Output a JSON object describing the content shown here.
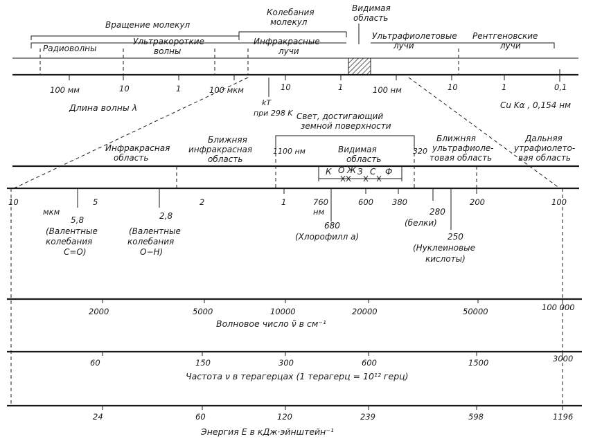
{
  "top": {
    "group_rotation": "Вращение молекул",
    "group_vibration": [
      "Колебания",
      "молекул"
    ],
    "visible_region": [
      "Видимая",
      "область"
    ],
    "radio": "Радиоволны",
    "ultrashort": [
      "Ультракороткие",
      "волны"
    ],
    "infrared": [
      "Инфракрасные",
      "лучи"
    ],
    "ultraviolet": [
      "Ультрафиолетовые",
      "лучи"
    ],
    "xray": [
      "Рентгеновские",
      "лучи"
    ],
    "ticks": [
      "100 мм",
      "10",
      "1",
      "100 мкм",
      "10",
      "1",
      "100 нм",
      "10",
      "1",
      "0,1"
    ],
    "kt": [
      "kT",
      "при 298 K"
    ],
    "wavelength_label": "Длина волны λ",
    "cuka": "Cu Kα , 0,154 нм"
  },
  "middle": {
    "sunlight": [
      "Свет, достигающий",
      "земной поверхности"
    ],
    "ir_region": [
      "Инфракрасная",
      "область"
    ],
    "near_ir": [
      "Ближняя",
      "инфракрасная",
      "область"
    ],
    "visible": [
      "Видимая",
      "область"
    ],
    "near_uv": [
      "Ближняя",
      "ультрафиоле-",
      "товая область"
    ],
    "far_uv": [
      "Дальняя",
      "утрафиолето-",
      "вая область"
    ],
    "b1100": "1100 нм",
    "b320": "320",
    "colors": [
      "К",
      "О",
      "Ж",
      "З",
      "С",
      "Ф"
    ],
    "ticks": [
      "10",
      "5",
      "2",
      "1",
      "760",
      "600",
      "380",
      "200",
      "100"
    ],
    "unit_mkm": "мкм",
    "unit_nm": "нм",
    "ann_58": [
      "5,8",
      "(Валентные",
      "колебания",
      "C=O)"
    ],
    "ann_28": [
      "2,8",
      "(Валентные",
      "колебания",
      "O−H)"
    ],
    "ann_680": [
      "680",
      "(Хлорофилл a)"
    ],
    "ann_280": [
      "280",
      "(белки)"
    ],
    "ann_250": [
      "250",
      "(Нуклеиновые",
      "кислоты)"
    ]
  },
  "wavenumber": {
    "ticks": [
      "2000",
      "5000",
      "10000",
      "20000",
      "50000",
      "100 000"
    ],
    "label": "Волновое число ν̃ в см⁻¹"
  },
  "frequency": {
    "ticks": [
      "60",
      "150",
      "300",
      "600",
      "1500",
      "3000"
    ],
    "label": "Частота ν в терагерцах (1 терагерц = 10¹² герц)"
  },
  "energy": {
    "ticks": [
      "24",
      "60",
      "120",
      "239",
      "598",
      "1196"
    ],
    "label": "Энергия E в кДж·эйнштейн⁻¹"
  }
}
